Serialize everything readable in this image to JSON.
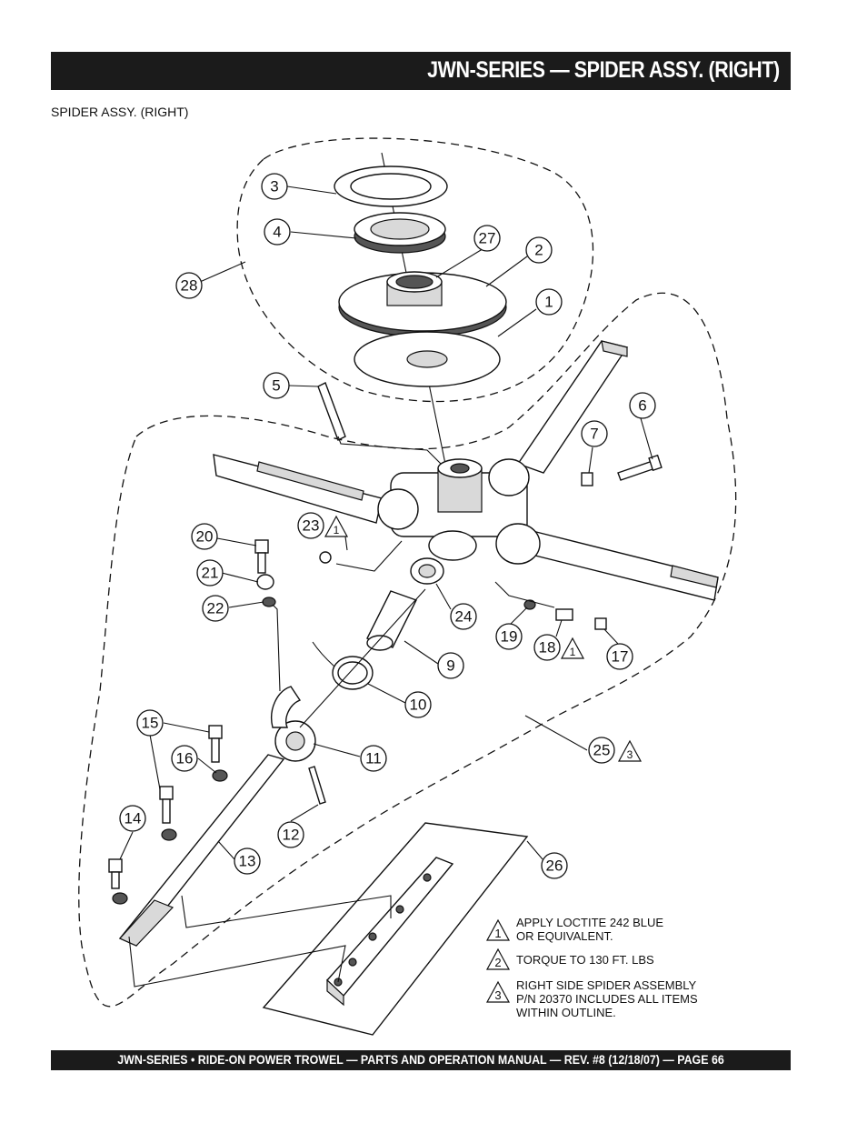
{
  "header": {
    "title": "JWN-SERIES — SPIDER ASSY. (RIGHT)"
  },
  "subtitle": "SPIDER ASSY. (RIGHT)",
  "footer": "JWN-SERIES  • RIDE-ON POWER TROWEL — PARTS AND OPERATION MANUAL — REV. #8 (12/18/07) — PAGE 66",
  "callouts": [
    "1",
    "2",
    "3",
    "4",
    "5",
    "6",
    "7",
    "9",
    "10",
    "11",
    "12",
    "13",
    "14",
    "15",
    "16",
    "17",
    "18",
    "19",
    "20",
    "21",
    "22",
    "23",
    "24",
    "25",
    "26",
    "27",
    "28"
  ],
  "triangle_marks": {
    "t1": "1",
    "t2": "2",
    "t3": "3"
  },
  "notes": [
    {
      "mark": "1",
      "lines": [
        "APPLY LOCTITE  242 BLUE",
        "OR EQUIVALENT."
      ]
    },
    {
      "mark": "2",
      "lines": [
        "TORQUE TO 130 FT. LBS"
      ]
    },
    {
      "mark": "3",
      "lines": [
        "RIGHT SIDE SPIDER ASSEMBLY",
        "P/N 20370 INCLUDES ALL ITEMS",
        "WITHIN OUTLINE."
      ]
    }
  ]
}
